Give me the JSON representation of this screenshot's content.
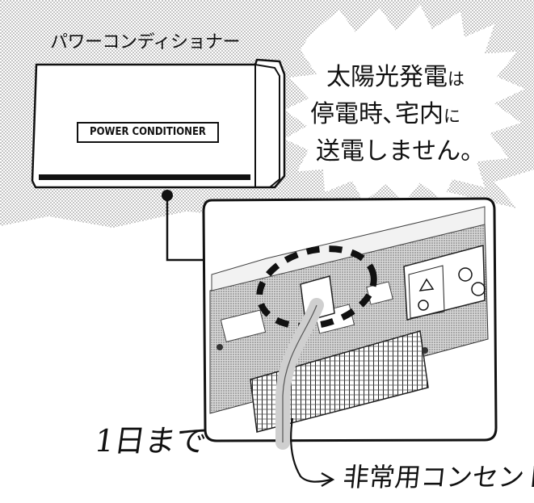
{
  "power_conditioner_label": "パワーコンディショナー",
  "device_text": "POWER CONDITIONER",
  "callout": {
    "line1_main": "太陽光発電",
    "line1_small": "は",
    "line2_main": "停電時､宅内",
    "line2_small": "に",
    "line3": "送電しません。"
  },
  "note_left": "1日まで",
  "outlet_label": "非常用コンセント",
  "colors": {
    "ink": "#111111",
    "screentone": "#b8b8b8",
    "panel_bg": "#ffffff"
  }
}
